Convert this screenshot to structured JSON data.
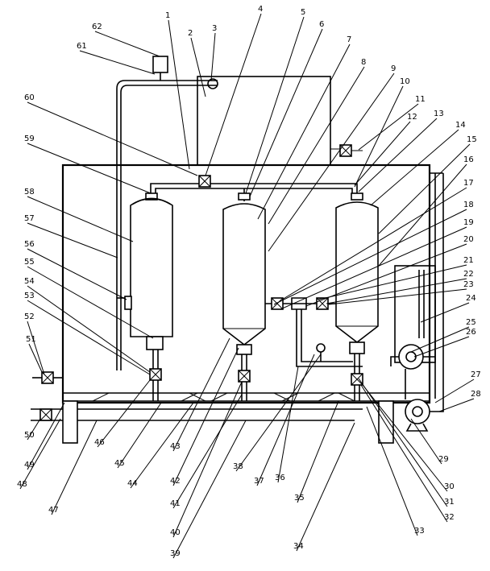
{
  "labels": [
    "1",
    "2",
    "3",
    "4",
    "5",
    "6",
    "7",
    "8",
    "9",
    "10",
    "11",
    "12",
    "13",
    "14",
    "15",
    "16",
    "17",
    "18",
    "19",
    "20",
    "21",
    "22",
    "23",
    "24",
    "25",
    "26",
    "27",
    "28",
    "29",
    "30",
    "31",
    "32",
    "33",
    "34",
    "35",
    "36",
    "37",
    "38",
    "39",
    "40",
    "41",
    "42",
    "43",
    "44",
    "45",
    "46",
    "47",
    "48",
    "49",
    "50",
    "51",
    "52",
    "53",
    "54",
    "55",
    "56",
    "57",
    "58",
    "59",
    "60",
    "61",
    "62"
  ]
}
